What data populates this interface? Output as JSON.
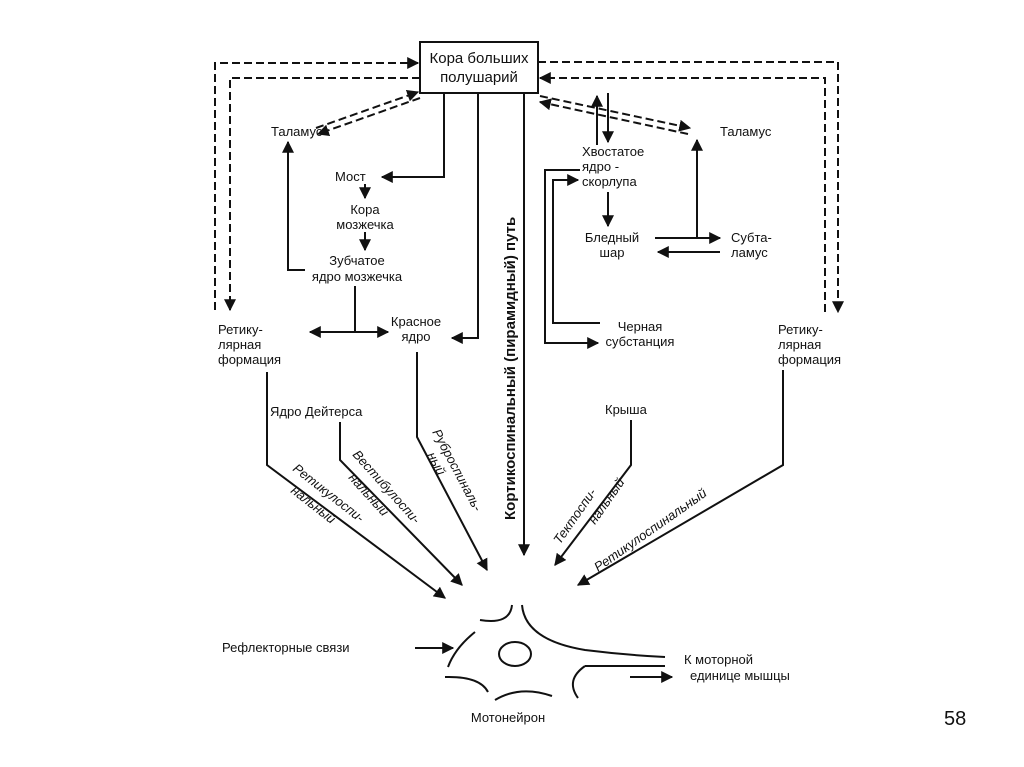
{
  "diagram": {
    "cortex": [
      "Кора больших",
      "полушарий"
    ],
    "thalamus_left": "Таламус",
    "thalamus_right": "Таламус",
    "pons": "Мост",
    "cerebellar_cortex": [
      "Кора",
      "мозжечка"
    ],
    "dentate_nucleus": [
      "Зубчатое",
      "ядро мозжечка"
    ],
    "reticular_left": [
      "Ретику-",
      "лярная",
      "формация"
    ],
    "reticular_right": [
      "Ретику-",
      "лярная",
      "формация"
    ],
    "red_nucleus": [
      "Красное",
      "ядро"
    ],
    "caudate": [
      "Хвостатое",
      "ядро -",
      "скорлупа"
    ],
    "globus_pallidus": [
      "Бледный",
      "шар"
    ],
    "subthalamus": [
      "Субта-",
      "ламус"
    ],
    "substantia_nigra": [
      "Черная",
      "субстанция"
    ],
    "corticospinal": "Кортикоспинальный (пирамидный) путь",
    "deiters": "Ядро Дейтерса",
    "tectum": "Крыша",
    "reticulospinal_left": [
      "Ретикулоспи-",
      "нальный"
    ],
    "vestibulospinal": [
      "Вестибулоспи-",
      "нальный"
    ],
    "rubrospinal": [
      "Руброспиналь-",
      "ный"
    ],
    "tectospinal": [
      "Тектоспи-",
      "нальный"
    ],
    "reticulospinal_right": "Ретикулоспинальный",
    "reflex": "Рефлекторные связи",
    "motor_unit": [
      "К моторной",
      "единице мышцы"
    ],
    "motoneuron": "Мотонейрон"
  },
  "page_number": "58"
}
